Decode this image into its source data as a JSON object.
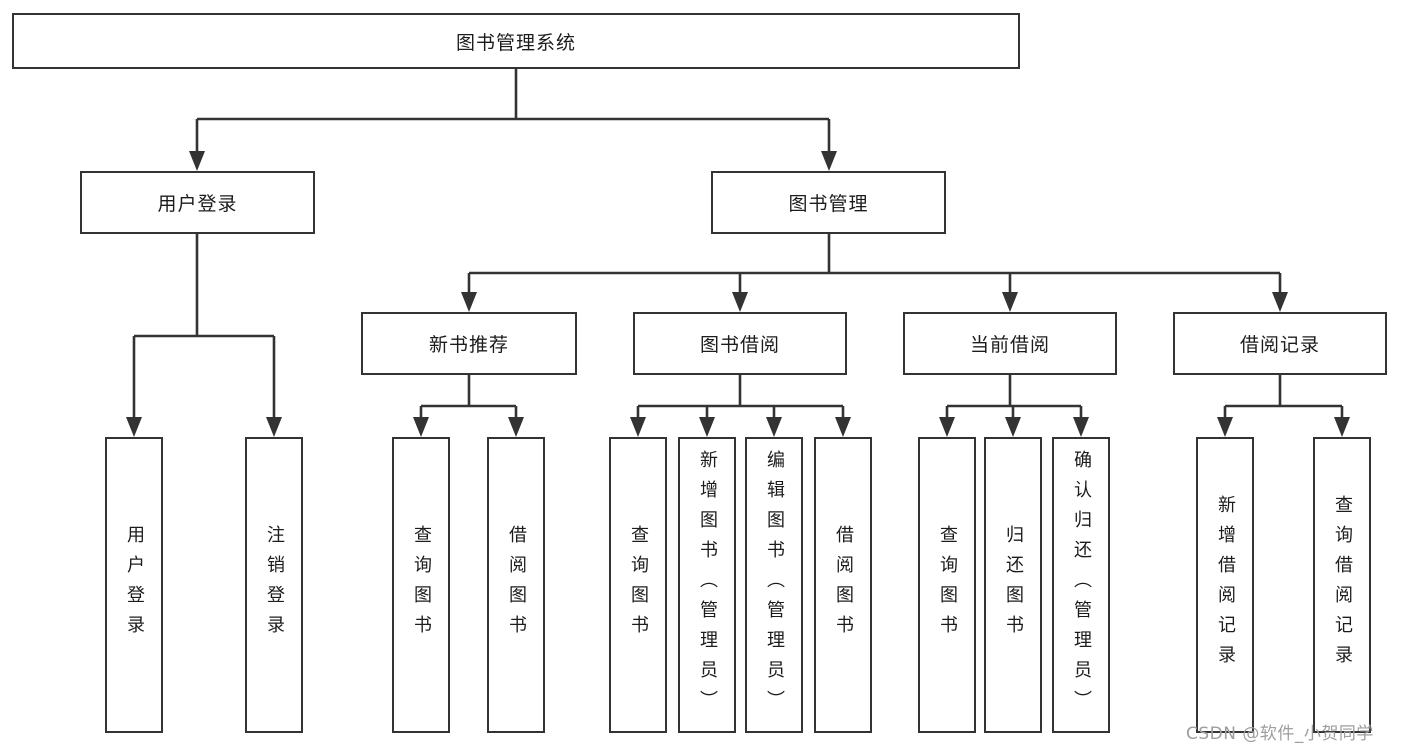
{
  "tree": {
    "root": "图书管理系统",
    "branches": {
      "user_login": {
        "label": "用户登录",
        "leaf1": "用户登录",
        "leaf2": "注销登录"
      },
      "book_mgmt": {
        "label": "图书管理"
      },
      "new_book": {
        "label": "新书推荐",
        "leaf1": "查询图书",
        "leaf2": "借阅图书"
      },
      "book_borrow": {
        "label": "图书借阅",
        "leaf1": "查询图书",
        "leaf2": "新增图书（管理员）",
        "leaf3": "编辑图书（管理员）",
        "leaf4": "借阅图书"
      },
      "current_borrow": {
        "label": "当前借阅",
        "leaf1": "查询图书",
        "leaf2": "归还图书",
        "leaf3": "确认归还（管理员）"
      },
      "borrow_record": {
        "label": "借阅记录",
        "leaf1": "新增借阅记录",
        "leaf2": "查询借阅记录"
      }
    }
  },
  "watermark": "CSDN @软件_小贺同学",
  "colors": {
    "line": "#333333",
    "border": "#333333",
    "text": "#1c1c1c",
    "watermark": "#9e9e9e",
    "background": "#ffffff"
  }
}
